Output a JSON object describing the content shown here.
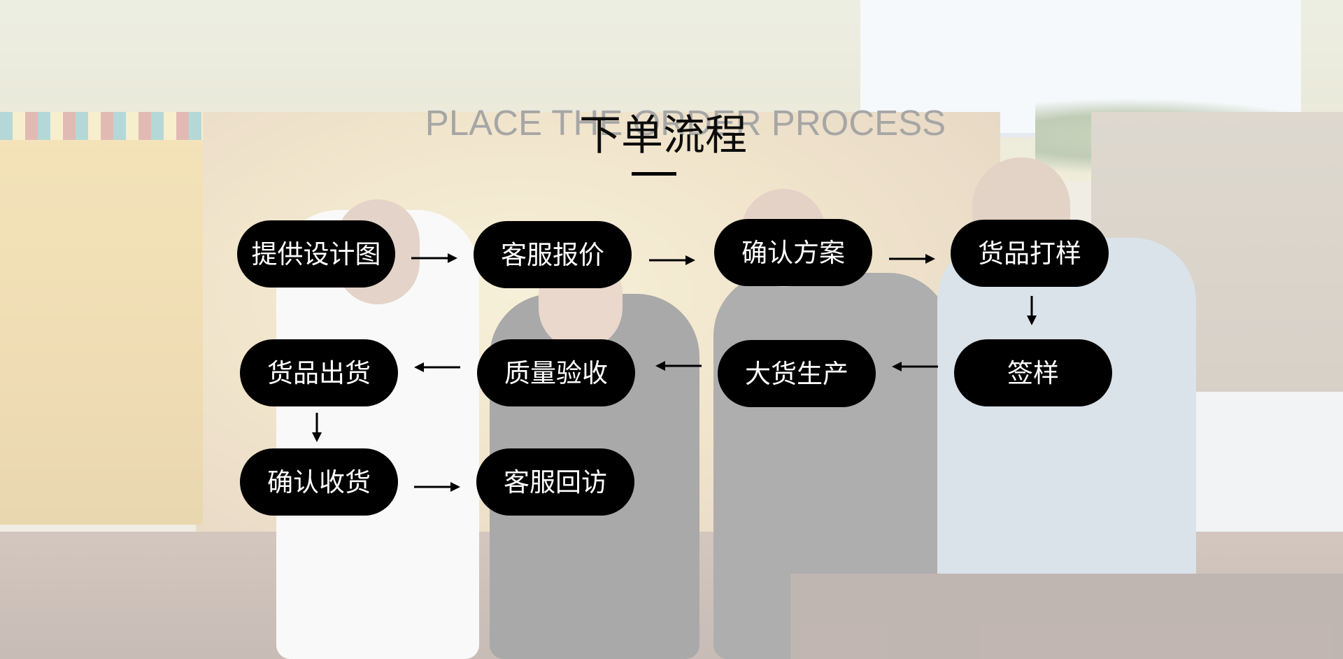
{
  "header": {
    "subtitle": "PLACE THE ORDER PROCESS",
    "title": "下单流程"
  },
  "steps": {
    "provide_design": "提供设计图",
    "service_quote": "客服报价",
    "confirm_plan": "确认方案",
    "sample_making": "货品打样",
    "sign_sample": "签样",
    "mass_production": "大货生产",
    "quality_inspection": "质量验收",
    "shipment": "货品出货",
    "confirm_receipt": "确认收货",
    "service_followup": "客服回访"
  },
  "colors": {
    "node_fill": "#000000",
    "node_text": "#ffffff",
    "title": "#0c0c0c",
    "subtitle": "#a6a6a6"
  }
}
